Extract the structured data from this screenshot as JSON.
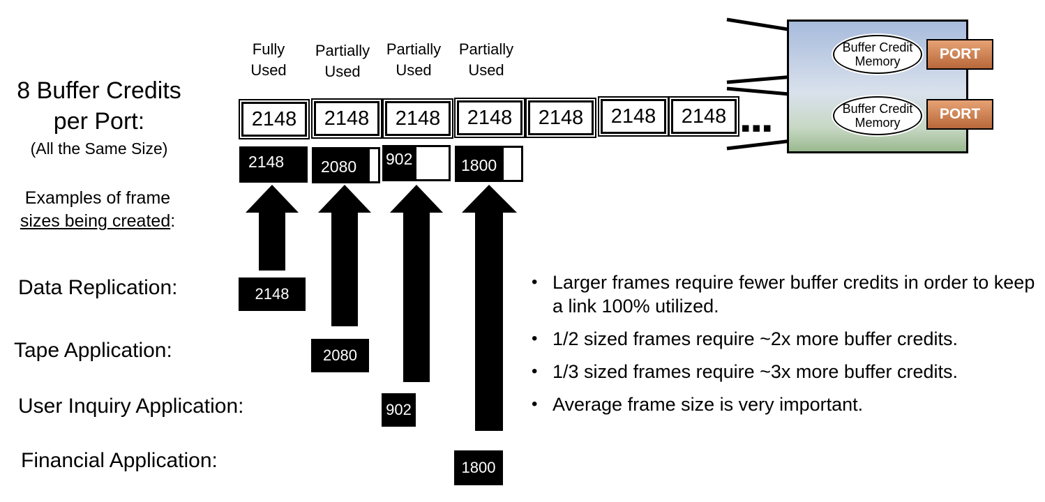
{
  "title": {
    "line1": "8 Buffer Credits",
    "line2": "per Port:"
  },
  "subtitle": "(All the Same Size)",
  "examples": {
    "word1": "Examples",
    "word2": " of frame",
    "line2": "sizes being created",
    "colon": ":"
  },
  "usage_labels": [
    {
      "line1": "Fully",
      "line2": "Used"
    },
    {
      "line1": "Partially",
      "line2": "Used"
    },
    {
      "line1": "Partially",
      "line2": "Used"
    },
    {
      "line1": "Partially",
      "line2": "Used"
    }
  ],
  "credits": [
    "2148",
    "2148",
    "2148",
    "2148",
    "2148",
    "2148",
    "2148"
  ],
  "ellipsis": "▪▪▪",
  "credit_size": 2148,
  "fills": [
    {
      "value": "2148",
      "fill": 1.0
    },
    {
      "value": "2080",
      "fill": 0.87
    },
    {
      "value": "902",
      "fill": 0.5
    },
    {
      "value": "1800",
      "fill": 0.73
    }
  ],
  "applications": [
    {
      "label": "Data Replication:",
      "frame": "2148"
    },
    {
      "label": "Tape Application:",
      "frame": "2080"
    },
    {
      "label": "User Inquiry Application:",
      "frame": "902"
    },
    {
      "label": "Financial Application:",
      "frame": "1800"
    }
  ],
  "bullets": [
    "Larger frames require fewer buffer credits in order to keep a link 100% utilized.",
    "1/2 sized frames require ~2x more buffer credits.",
    "1/3 sized frames require ~3x more buffer credits.",
    "Average frame size is very important."
  ],
  "switch": {
    "memory": [
      {
        "line1": "Buffer Credit",
        "line2": "Memory",
        "port": "PORT"
      },
      {
        "line1": "Buffer Credit",
        "line2": "Memory",
        "port": "PORT"
      }
    ]
  },
  "colors": {
    "port": "#c87a4a",
    "frame": "#000000",
    "switch_top": "#a7bbdc",
    "switch_bottom": "#9ab98f"
  }
}
